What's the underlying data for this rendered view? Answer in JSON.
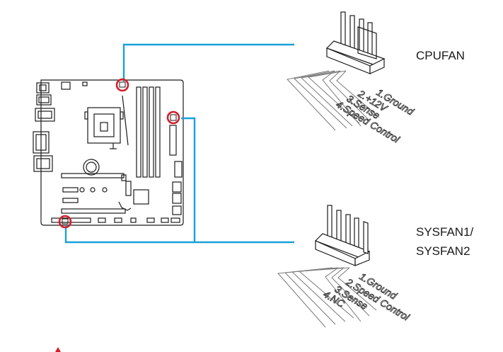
{
  "cpu_fan": {
    "label": "CPUFAN",
    "pins": [
      "1.Ground",
      "2.+12V",
      "3.Sense",
      "4.Speed Control"
    ]
  },
  "sys_fan": {
    "label_line1": "SYSFAN1/",
    "label_line2": "SYSFAN2",
    "pins": [
      "1.Ground",
      "2.Speed Control",
      "3.Sense",
      "4.NC"
    ]
  },
  "colors": {
    "connector_line": "#1aa0d8",
    "highlight_circle": "#d0202c",
    "warning_icon": "#d0202c"
  },
  "icons": {
    "warning": "warning-triangle-icon"
  }
}
